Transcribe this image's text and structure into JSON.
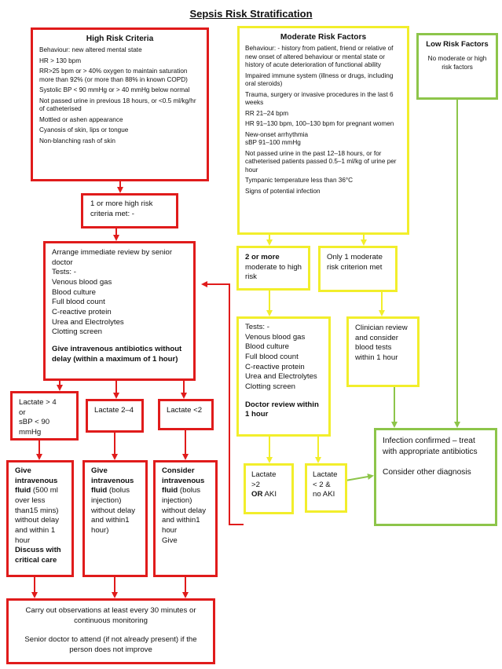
{
  "title": "Sepsis Risk Stratification",
  "colors": {
    "high": "#e01b1b",
    "moderate": "#f2ee2b",
    "low": "#8dc54a"
  },
  "high_risk": {
    "heading": "High Risk Criteria",
    "items": [
      "Behaviour: new altered mental state",
      "HR > 130 bpm",
      "RR>25 bpm or > 40% oxygen to maintain saturation more than 92% (or more than 88% in known COPD)",
      "Systolic BP < 90 mmHg or > 40 mmHg below normal",
      "Not passed urine in previous 18 hours, or <0.5 ml/kg/hr of catheterised",
      "Mottled or ashen appearance",
      "Cyanosis of skin, lips or tongue",
      "Non-blanching rash of skin"
    ]
  },
  "moderate_risk": {
    "heading": "Moderate Risk Factors",
    "items": [
      "Behaviour: - history from patient, friend or relative of new onset of altered behaviour or mental state or history of acute deterioration of functional ability",
      "Impaired immune system (illness or drugs, including oral steroids)",
      "Trauma, surgery or invasive procedures in the last 6 weeks",
      "RR 21–24 bpm",
      "HR 91–130 bpm, 100–130 bpm for pregnant women",
      "New-onset arrhythmia",
      "sBP 91–100 mmHg",
      "Not passed urine in the past 12–18 hours, or for catheterised patients passed 0.5–1 ml/kg of urine per hour",
      "Tympanic temperature less than 36°C",
      "Signs of potential infection"
    ]
  },
  "low_risk": {
    "heading": "Low Risk Factors",
    "text": "No moderate or high risk factors"
  },
  "high_met": "1 or more high risk criteria met: -",
  "senior_review": {
    "intro": "Arrange immediate review by senior doctor",
    "tests_label": "Tests: -",
    "tests": [
      "Venous blood gas",
      "Blood culture",
      "Full blood count",
      "C-reactive protein",
      "Urea and Electrolytes",
      "Clotting screen"
    ],
    "antibiotics": "Give intravenous antibiotics without delay (within a maximum of 1 hour)"
  },
  "lactate_high": {
    "line1": "Lactate > 4",
    "line2": "or",
    "line3": "sBP < 90 mmHg"
  },
  "lactate_mid": "Lactate 2–4",
  "lactate_low": "Lactate <2",
  "fluid_high": {
    "bold": "Give intravenous fluid",
    "rest": "(500 ml over less than15 mins) without delay and within 1 hour",
    "bold2": "Discuss with critical care"
  },
  "fluid_mid": {
    "bold": "Give intravenous fluid",
    "rest": "(bolus injection) without delay and within1 hour)"
  },
  "fluid_low": {
    "bold": "Consider intravenous fluid",
    "rest": "(bolus injection) without delay and within1 hour",
    "tail": "Give"
  },
  "observations": {
    "line1": "Carry out observations at least every 30 minutes or continuous monitoring",
    "line2": "Senior doctor to attend (if not already present) if the person does not improve"
  },
  "mod_2plus": {
    "bold": "2 or more",
    "rest": "moderate to high risk"
  },
  "mod_1": "Only 1 moderate risk criterion met",
  "mod_tests": {
    "label": "Tests: -",
    "tests": [
      "Venous blood gas",
      "Blood culture",
      "Full blood count",
      "C-reactive protein",
      "Urea and Electrolytes",
      "Clotting screen"
    ],
    "review": "Doctor review within 1 hour"
  },
  "clinician": "Clinician review and consider blood tests within 1 hour",
  "mod_lact_high": {
    "line1": "Lactate >2",
    "bold": "OR",
    "rest": "AKI"
  },
  "mod_lact_low": "Lactate < 2 & no AKI",
  "infection": {
    "line1": "Infection confirmed – treat with appropriate antibiotics",
    "line2": "Consider other diagnosis"
  }
}
